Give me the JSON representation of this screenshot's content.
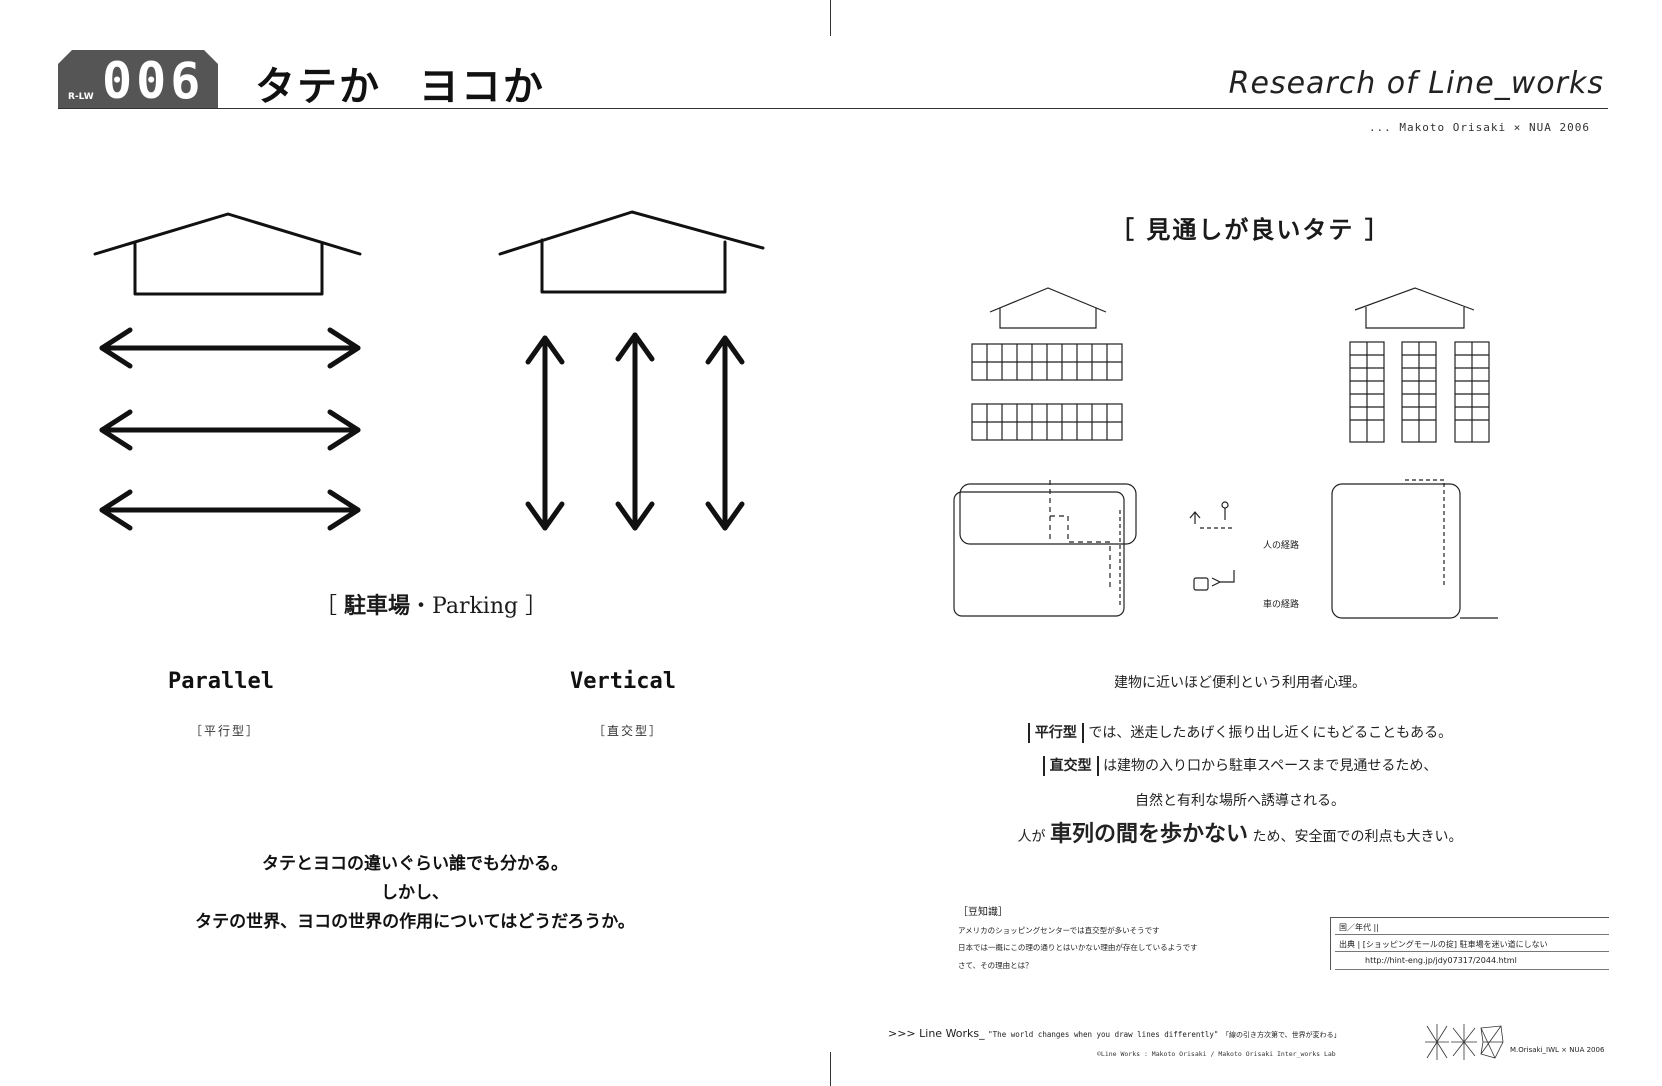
{
  "header": {
    "code": "R-LW",
    "number": "006",
    "title": "タテか ヨコか",
    "brand": "Research of Line_works",
    "author": "... Makoto Orisaki × NUA 2006"
  },
  "left": {
    "caption_jp": "駐車場",
    "caption_en": "Parking",
    "parallel_label": "Parallel",
    "parallel_sub": "［平行型］",
    "vertical_label": "Vertical",
    "vertical_sub": "［直交型］",
    "body": [
      "タテとヨコの違いぐらい誰でも分かる。",
      "しかし、",
      "タテの世界、ヨコの世界の作用についてはどうだろうか。"
    ]
  },
  "right": {
    "heading": "［ 見通しが良いタテ ］",
    "legend_person": "人の経路",
    "legend_car": "車の経路",
    "line1": "建物に近いほど便利という利用者心理。",
    "parallel_tag": "平行型",
    "parallel_text": "では、迷走したあげく振り出し近くにもどることもある。",
    "vertical_tag": "直交型",
    "vertical_text": "は建物の入り口から駐車スペースまで見通せるため、",
    "line4": "自然と有利な場所へ誘導される。",
    "line5_a": "人が",
    "line5_emph": "車列の間を歩かない",
    "line5_b": "ため、安全面での利点も大きい。"
  },
  "notes": {
    "title": "［豆知識］",
    "lines": [
      "アメリカのショッピングセンターでは直交型が多いそうです",
      "日本では一概にこの理の通りとはいかない理由が存在しているようです",
      "さて、その理由とは？"
    ]
  },
  "source": {
    "label": "国／年代 ||",
    "title": "出典 | [ショッピングモールの掟] 駐車場を迷い道にしない",
    "url": "http://hint-eng.jp/jdy07317/2044.html"
  },
  "footer": {
    "prefix": ">>> Line Works_",
    "quote": "\"The world changes when you draw lines differently\"",
    "quote_jp": "「線の引き方次第で、世界が変わる」",
    "copyright": "©Line Works : Makoto Orisaki / Makoto Orisaki Inter_works Lab",
    "credit": "M.Orisaki_IWL × NUA 2006"
  }
}
